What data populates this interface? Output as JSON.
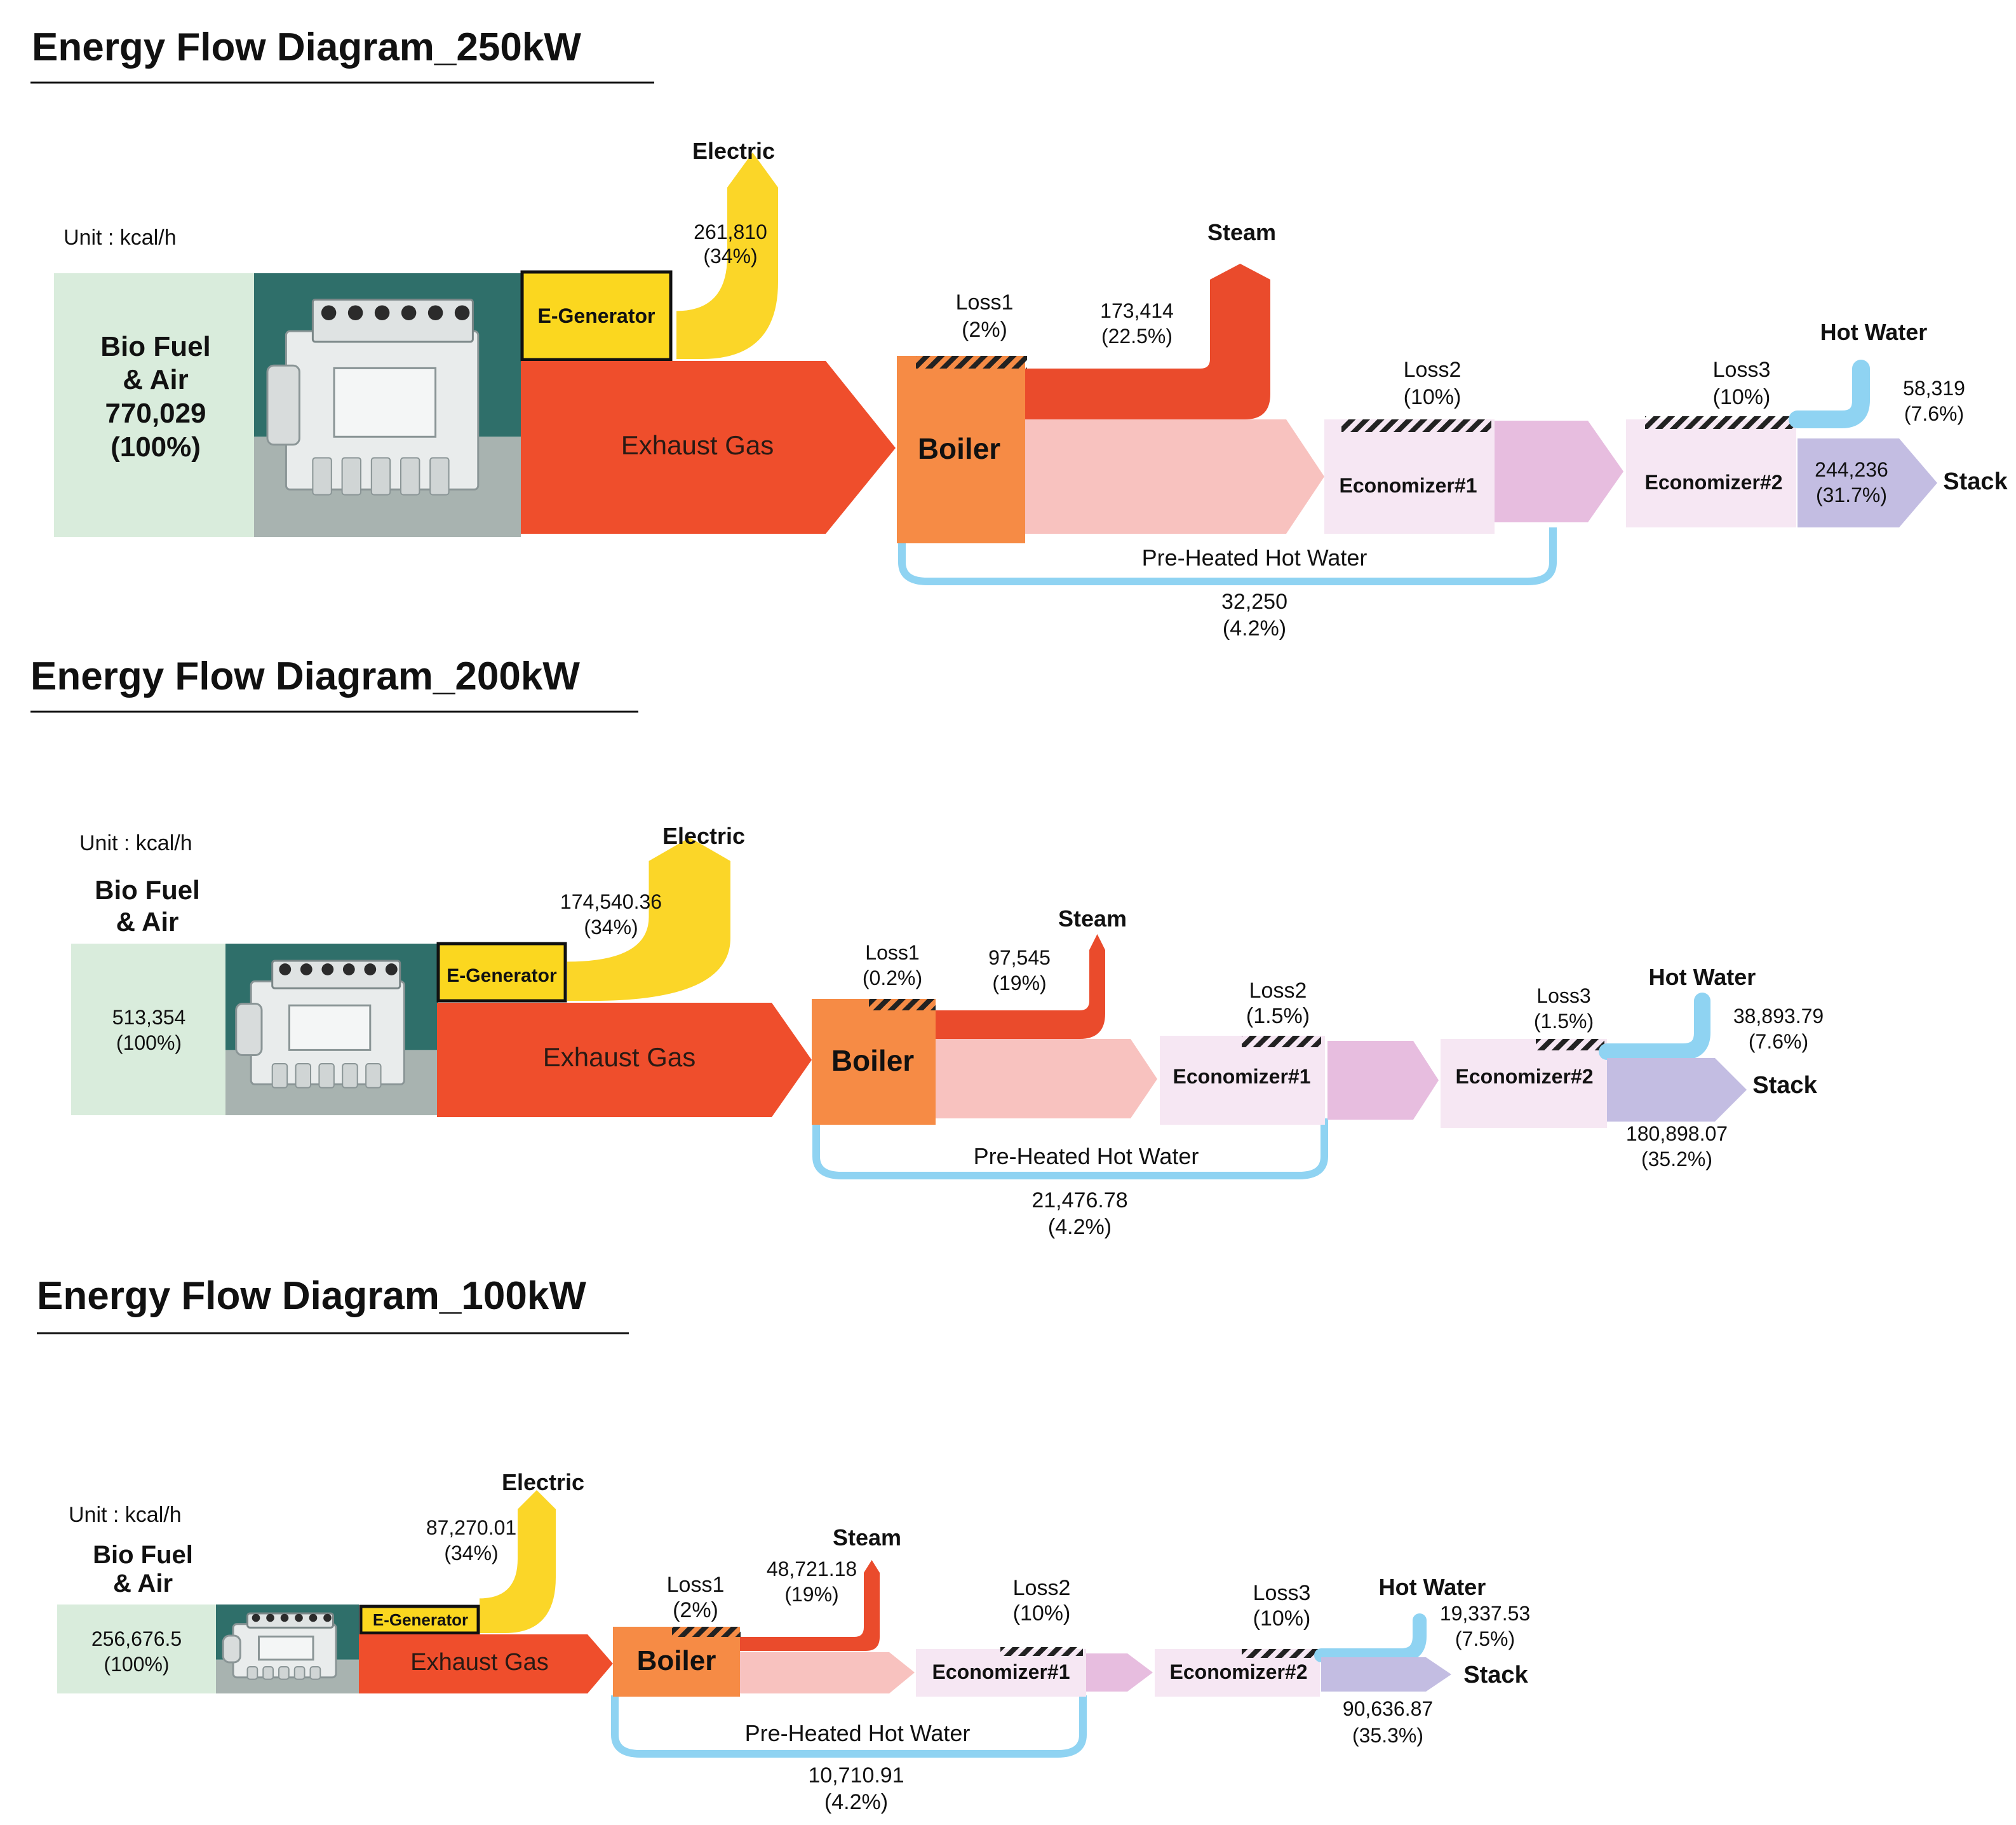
{
  "colors": {
    "fuel": "#d9ecdc",
    "engine_bg": "#2f6f6a",
    "generator_fill": "#fbd71f",
    "electric": "#fbd628",
    "exhaust": "#ef4e2c",
    "boiler": "#f68b45",
    "steam": "#ea4b2c",
    "boiler_out": "#f8c2bf",
    "economizer_box": "#f6e7f3",
    "economizer_arrow": "#e7bddf",
    "hot_water": "#8fd3f2",
    "stack": "#c3bde2",
    "loss_hatch": "#222222"
  },
  "diagrams": [
    {
      "title": "Energy Flow Diagram_250kW",
      "unit": "Unit : kcal/h",
      "fuel_label": [
        "Bio Fuel",
        "& Air"
      ],
      "fuel_value": "770,029",
      "fuel_pct": "(100%)",
      "generator_label": "E-Generator",
      "electric_label": "Electric",
      "electric_value": "261,810",
      "electric_pct": "(34%)",
      "exhaust_label": "Exhaust Gas",
      "boiler_label": "Boiler",
      "loss1_label": "Loss1",
      "loss1_pct": "(2%)",
      "steam_label": "Steam",
      "steam_value": "173,414",
      "steam_pct": "(22.5%)",
      "economizer1_label": "Economizer#1",
      "loss2_label": "Loss2",
      "loss2_pct": "(10%)",
      "economizer2_label": "Economizer#2",
      "loss3_label": "Loss3",
      "loss3_pct": "(10%)",
      "hot_water_label": "Hot Water",
      "hot_water_value": "58,319",
      "hot_water_pct": "(7.6%)",
      "stack_label": "Stack",
      "stack_value": "244,236",
      "stack_pct": "(31.7%)",
      "preheat_label": "Pre-Heated Hot Water",
      "preheat_value": "32,250",
      "preheat_pct": "(4.2%)"
    },
    {
      "title": "Energy Flow Diagram_200kW",
      "unit": "Unit : kcal/h",
      "fuel_label": [
        "Bio Fuel",
        "& Air"
      ],
      "fuel_value": "513,354",
      "fuel_pct": "(100%)",
      "generator_label": "E-Generator",
      "electric_label": "Electric",
      "electric_value": "174,540.36",
      "electric_pct": "(34%)",
      "exhaust_label": "Exhaust Gas",
      "boiler_label": "Boiler",
      "loss1_label": "Loss1",
      "loss1_pct": "(0.2%)",
      "steam_label": "Steam",
      "steam_value": "97,545",
      "steam_pct": "(19%)",
      "economizer1_label": "Economizer#1",
      "loss2_label": "Loss2",
      "loss2_pct": "(1.5%)",
      "economizer2_label": "Economizer#2",
      "loss3_label": "Loss3",
      "loss3_pct": "(1.5%)",
      "hot_water_label": "Hot Water",
      "hot_water_value": "38,893.79",
      "hot_water_pct": "(7.6%)",
      "stack_label": "Stack",
      "stack_value": "180,898.07",
      "stack_pct": "(35.2%)",
      "preheat_label": "Pre-Heated Hot Water",
      "preheat_value": "21,476.78",
      "preheat_pct": "(4.2%)"
    },
    {
      "title": "Energy Flow Diagram_100kW",
      "unit": "Unit : kcal/h",
      "fuel_label": [
        "Bio Fuel",
        "& Air"
      ],
      "fuel_value": "256,676.5",
      "fuel_pct": "(100%)",
      "generator_label": "E-Generator",
      "electric_label": "Electric",
      "electric_value": "87,270.01",
      "electric_pct": "(34%)",
      "exhaust_label": "Exhaust Gas",
      "boiler_label": "Boiler",
      "loss1_label": "Loss1",
      "loss1_pct": "(2%)",
      "steam_label": "Steam",
      "steam_value": "48,721.18",
      "steam_pct": "(19%)",
      "economizer1_label": "Economizer#1",
      "loss2_label": "Loss2",
      "loss2_pct": "(10%)",
      "economizer2_label": "Economizer#2",
      "loss3_label": "Loss3",
      "loss3_pct": "(10%)",
      "hot_water_label": "Hot Water",
      "hot_water_value": "19,337.53",
      "hot_water_pct": "(7.5%)",
      "stack_label": "Stack",
      "stack_value": "90,636.87",
      "stack_pct": "(35.3%)",
      "preheat_label": "Pre-Heated Hot Water",
      "preheat_value": "10,710.91",
      "preheat_pct": "(4.2%)"
    }
  ]
}
